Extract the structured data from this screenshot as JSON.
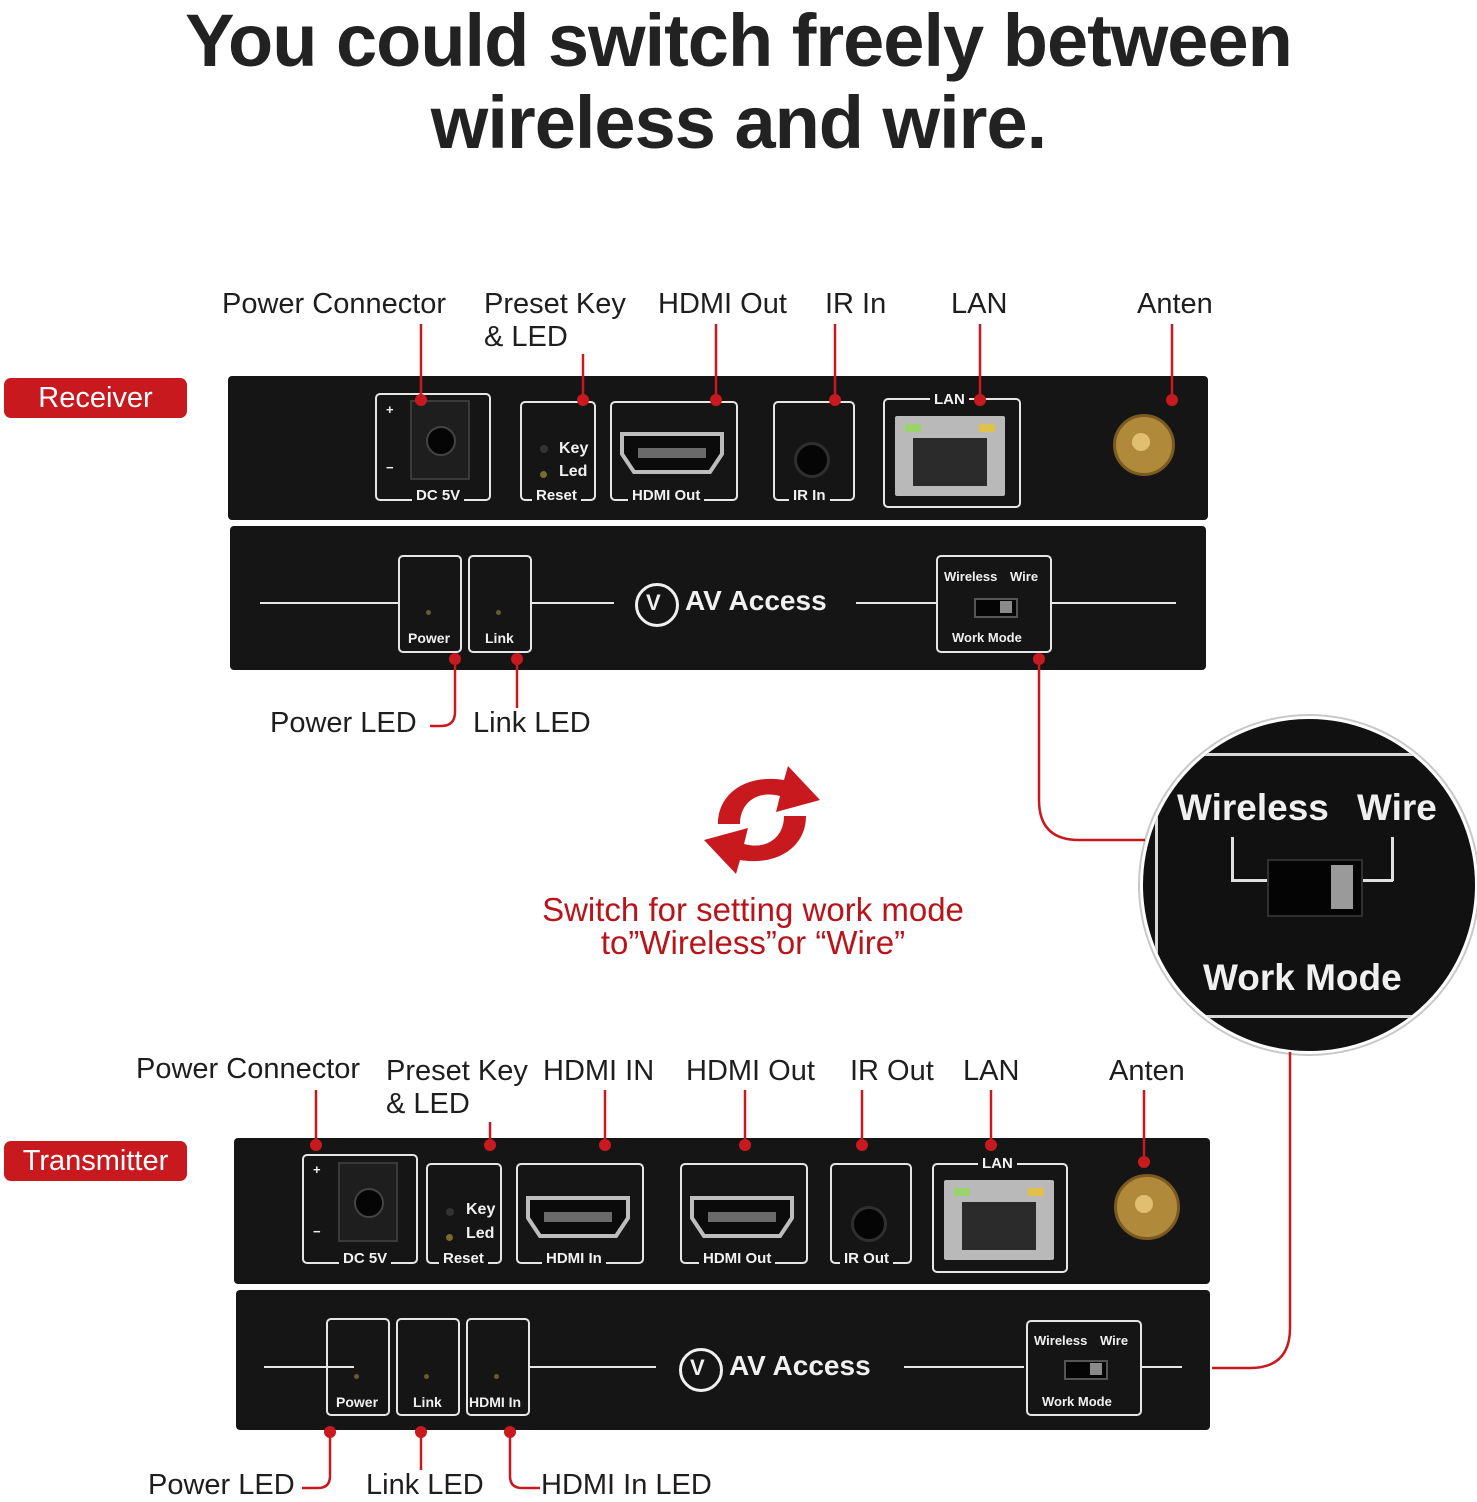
{
  "headline": {
    "line1": "You could switch freely between",
    "line2": "wireless and wire."
  },
  "receiver": {
    "tag": "Receiver",
    "callouts": {
      "power_connector": "Power Connector",
      "preset_key": "Preset Key",
      "preset_key_led": "& LED",
      "hdmi_out": "HDMI Out",
      "ir_in": "IR In",
      "lan": "LAN",
      "anten": "Anten",
      "power_led": "Power LED",
      "link_led": "Link LED"
    },
    "panel": {
      "dc": "DC 5V",
      "key": "Key",
      "led": "Led",
      "reset": "Reset",
      "hdmi_out": "HDMI Out",
      "ir_in": "IR In",
      "lan": "LAN",
      "power": "Power",
      "link": "Link",
      "wireless": "Wireless",
      "wire": "Wire",
      "work_mode": "Work Mode",
      "brand": "AV Access"
    }
  },
  "transmitter": {
    "tag": "Transmitter",
    "callouts": {
      "power_connector": "Power Connector",
      "preset_key": "Preset Key",
      "preset_key_led": "& LED",
      "hdmi_in": "HDMI IN",
      "hdmi_out": "HDMI Out",
      "ir_out": "IR Out",
      "lan": "LAN",
      "anten": "Anten",
      "power_led": "Power LED",
      "link_led": "Link LED",
      "hdmi_in_led": "HDMI In LED"
    },
    "panel": {
      "dc": "DC 5V",
      "key": "Key",
      "led": "Led",
      "reset": "Reset",
      "hdmi_in": "HDMI In",
      "hdmi_out": "HDMI Out",
      "ir_out": "IR Out",
      "lan": "LAN",
      "power": "Power",
      "link": "Link",
      "hdmi_in_led": "HDMI In",
      "wireless": "Wireless",
      "wire": "Wire",
      "work_mode": "Work Mode",
      "brand": "AV Access"
    }
  },
  "caption": {
    "line1": "Switch for setting work mode",
    "line2": "to”Wireless”or “Wire”"
  },
  "zoom": {
    "wireless": "Wireless",
    "wire": "Wire",
    "work_mode": "Work Mode"
  },
  "colors": {
    "accent": "#c8191e",
    "device_body": "#151515",
    "text": "#222222"
  },
  "icons": [
    "refresh-arrows-icon",
    "hdmi-port-icon",
    "rj45-port-icon",
    "dc-jack-icon",
    "antenna-connector-icon",
    "audio-jack-icon",
    "av-access-logo"
  ]
}
